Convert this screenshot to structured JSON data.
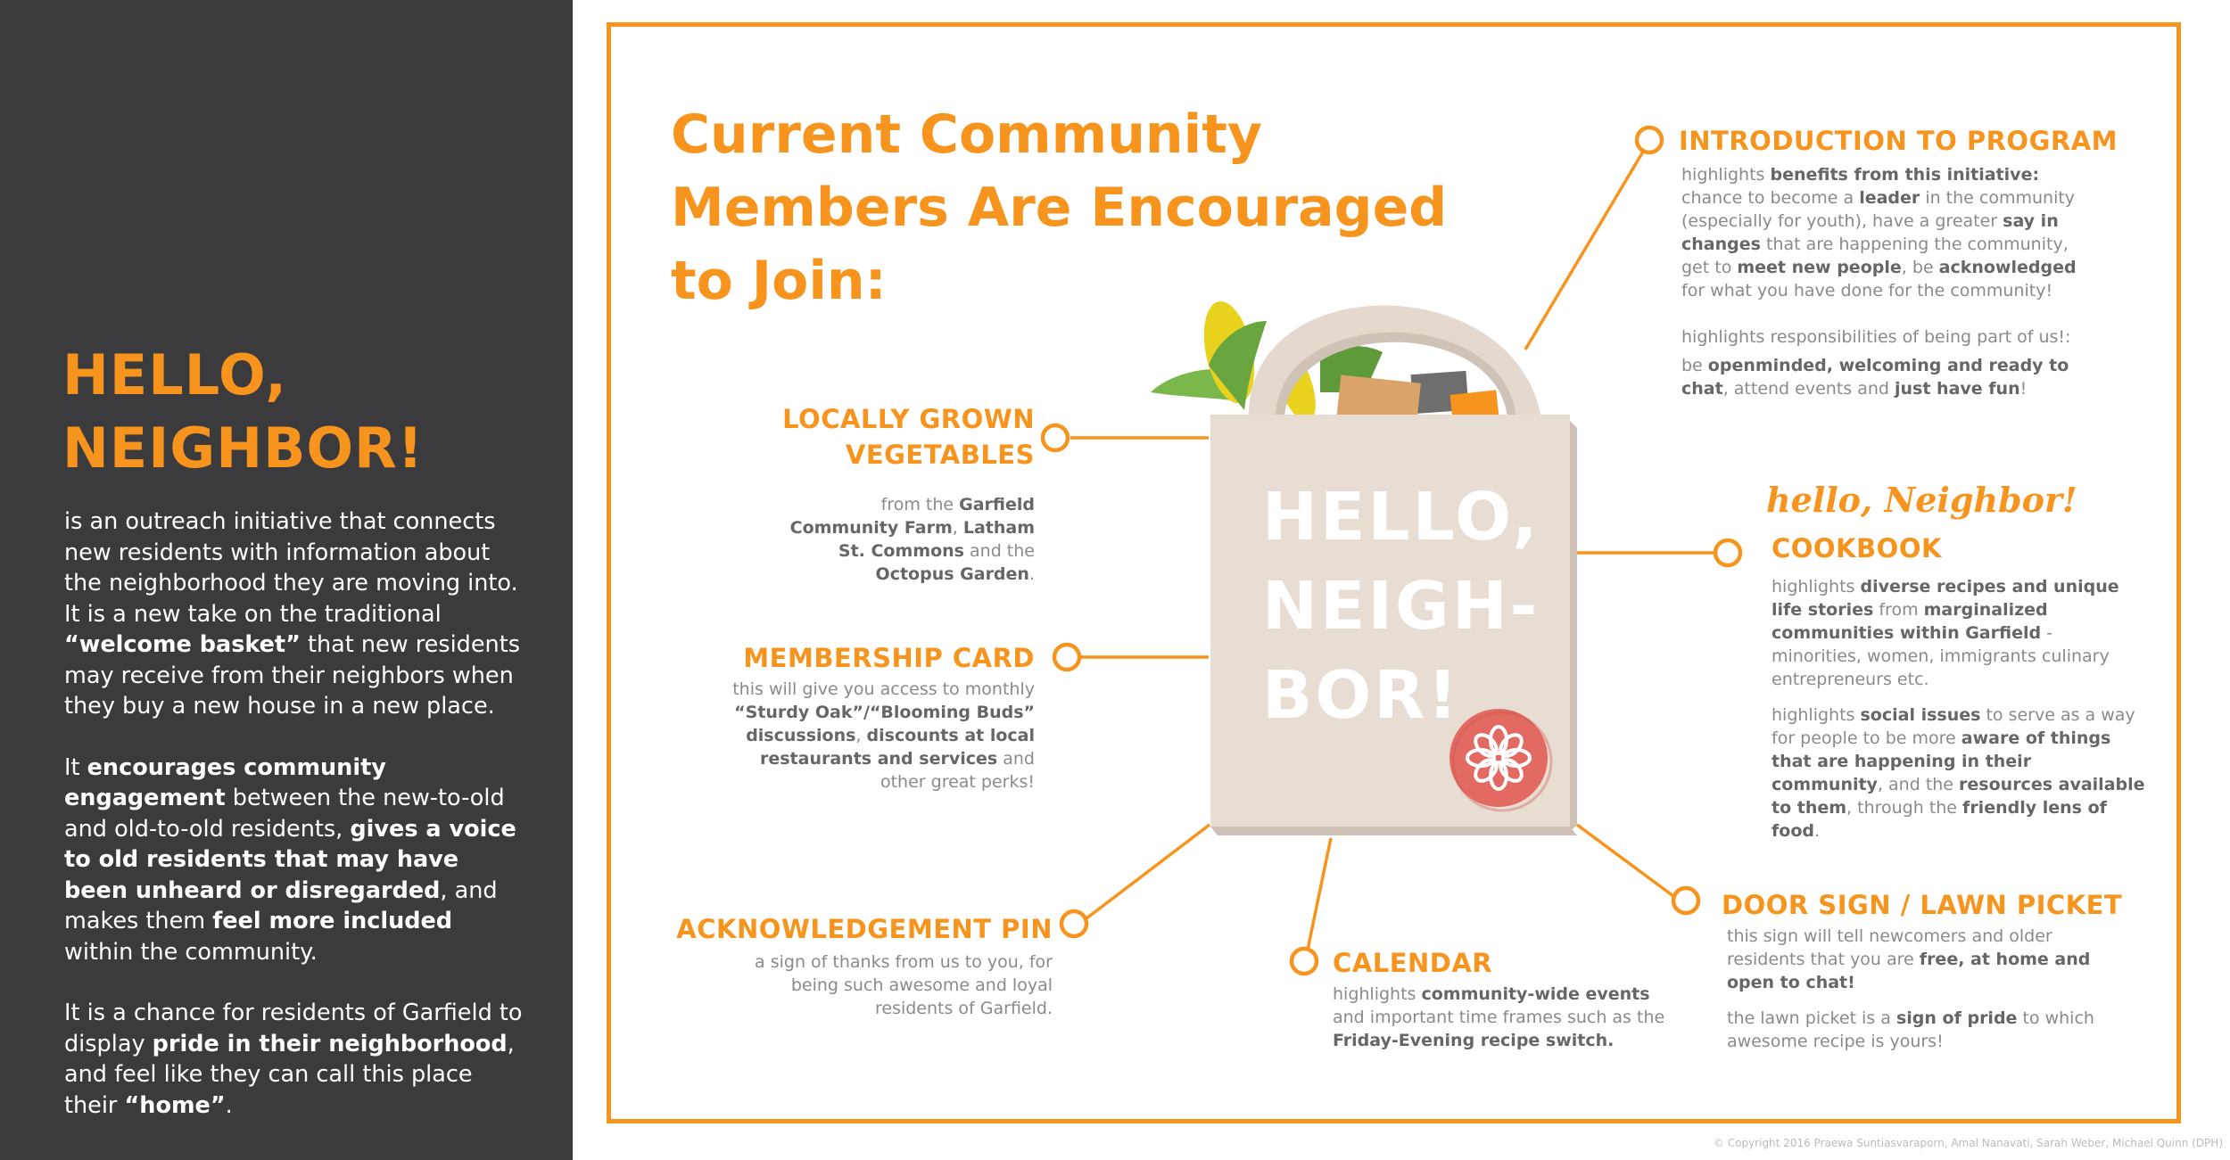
{
  "sidebar": {
    "title_line1": "HELLO,",
    "title_line2": "NEIGHBOR!",
    "p1": [
      {
        "t": "is an outreach initiative that connects new residents with information about the neighborhood they are moving into. It is a new take on the traditional ",
        "b": false
      },
      {
        "t": "“welcome basket”",
        "b": true
      },
      {
        "t": " that new residents may receive from their neighbors when they buy a new house in a new place.",
        "b": false
      }
    ],
    "p2": [
      {
        "t": "It ",
        "b": false
      },
      {
        "t": "encourages community engagement",
        "b": true
      },
      {
        "t": " between the new-to-old and old-to-old residents, ",
        "b": false
      },
      {
        "t": "gives a voice to old residents that may have been unheard or disregarded",
        "b": true
      },
      {
        "t": ", and makes them ",
        "b": false
      },
      {
        "t": "feel more included",
        "b": true
      },
      {
        "t": " within the community.",
        "b": false
      }
    ],
    "p3": [
      {
        "t": "It is a chance for residents of Garfield to display ",
        "b": false
      },
      {
        "t": "pride in their neighborhood",
        "b": true
      },
      {
        "t": ", and feel like they can call this place their ",
        "b": false
      },
      {
        "t": "“home”",
        "b": true
      },
      {
        "t": ".",
        "b": false
      }
    ]
  },
  "main_title": {
    "line1": "Current Community",
    "line2": "Members Are Encouraged",
    "line3": "to Join:"
  },
  "bag": {
    "line1": "HELLO,",
    "line2": "NEIGH-",
    "line3": "BOR!"
  },
  "sections": {
    "veg": {
      "title_line1": "LOCALLY GROWN",
      "title_line2": "VEGETABLES",
      "text": [
        {
          "t": "from the ",
          "b": false
        },
        {
          "t": "Garfield Community Farm",
          "b": true
        },
        {
          "t": ", ",
          "b": false
        },
        {
          "t": "Latham St. Commons",
          "b": true
        },
        {
          "t": " and the ",
          "b": false
        },
        {
          "t": "Octopus Garden",
          "b": true
        },
        {
          "t": ".",
          "b": false
        }
      ]
    },
    "card": {
      "title": "MEMBERSHIP CARD",
      "text": [
        {
          "t": "this will give you access to monthly ",
          "b": false
        },
        {
          "t": "“Sturdy Oak”/“Blooming Buds” discussions",
          "b": true
        },
        {
          "t": ", ",
          "b": false
        },
        {
          "t": "discounts at local restaurants and services",
          "b": true
        },
        {
          "t": " and other great perks!",
          "b": false
        }
      ]
    },
    "pin": {
      "title": "ACKNOWLEDGEMENT PIN",
      "text": [
        {
          "t": "a sign of thanks from us to you, for being such awesome and loyal residents of Garfield.",
          "b": false
        }
      ]
    },
    "calendar": {
      "title": "CALENDAR",
      "text": [
        {
          "t": "highlights ",
          "b": false
        },
        {
          "t": "community-wide events",
          "b": true
        },
        {
          "t": " and important time frames such as the ",
          "b": false
        },
        {
          "t": "Friday-Evening recipe switch.",
          "b": true
        }
      ]
    },
    "intro": {
      "title": "INTRODUCTION TO PROGRAM",
      "text1": [
        {
          "t": "highlights ",
          "b": false
        },
        {
          "t": "benefits from this initiative:",
          "b": true
        }
      ],
      "text2": [
        {
          "t": "chance to become a ",
          "b": false
        },
        {
          "t": "leader",
          "b": true
        },
        {
          "t": " in the community (especially for youth), have a greater ",
          "b": false
        },
        {
          "t": "say in changes",
          "b": true
        },
        {
          "t": " that are happening the community, get to ",
          "b": false
        },
        {
          "t": "meet new people",
          "b": true
        },
        {
          "t": ", be ",
          "b": false
        },
        {
          "t": "acknowledged",
          "b": true
        },
        {
          "t": " for what you have done for the community!",
          "b": false
        }
      ],
      "text3": [
        {
          "t": "highlights responsibilities of being part of us!:",
          "b": false
        }
      ],
      "text4": [
        {
          "t": "be ",
          "b": false
        },
        {
          "t": "openminded, welcoming and ready to chat",
          "b": true
        },
        {
          "t": ", attend events and ",
          "b": false
        },
        {
          "t": "just have fun",
          "b": true
        },
        {
          "t": "!",
          "b": false
        }
      ]
    },
    "cookbook": {
      "script": "hello, Neighbor!",
      "title": "COOKBOOK",
      "text1": [
        {
          "t": "highlights ",
          "b": false
        },
        {
          "t": "diverse recipes and unique life stories",
          "b": true
        },
        {
          "t": " from ",
          "b": false
        },
        {
          "t": "marginalized communities within Garfield",
          "b": true
        },
        {
          "t": " - minorities, women, immigrants culinary entrepreneurs etc.",
          "b": false
        }
      ],
      "text2": [
        {
          "t": "highlights ",
          "b": false
        },
        {
          "t": "social issues",
          "b": true
        },
        {
          "t": " to serve as a way for people to be more ",
          "b": false
        },
        {
          "t": "aware of things that are happening in their community",
          "b": true
        },
        {
          "t": ", and the ",
          "b": false
        },
        {
          "t": "resources available to them",
          "b": true
        },
        {
          "t": ", through the ",
          "b": false
        },
        {
          "t": "friendly lens of food",
          "b": true
        },
        {
          "t": ".",
          "b": false
        }
      ]
    },
    "door": {
      "title": "DOOR SIGN / LAWN PICKET",
      "text1": [
        {
          "t": "this sign will tell newcomers and older residents that you are ",
          "b": false
        },
        {
          "t": "free, at home and open to chat!",
          "b": true
        }
      ],
      "text2": [
        {
          "t": "the lawn picket is a ",
          "b": false
        },
        {
          "t": "sign of pride",
          "b": true
        },
        {
          "t": " to which awesome recipe is yours!",
          "b": false
        }
      ]
    }
  },
  "copyright": "© Copyright 2016 Praewa Suntiasvaraporn, Amal Nanavati, Sarah Weber, Michael Quinn (DPH)",
  "colors": {
    "accent": "#f7941d",
    "sidebar": "#3b3b3d",
    "bag": "#e8ddd3",
    "badge": "#e36a62"
  }
}
